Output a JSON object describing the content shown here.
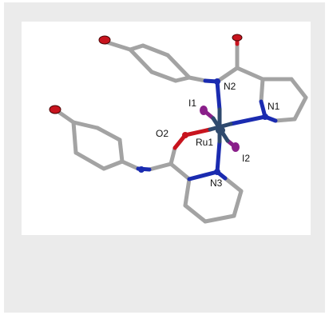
{
  "labels": {
    "n2": "N2",
    "i1": "I1",
    "n1": "N1",
    "o2": "O2",
    "ru1": "Ru1",
    "i2": "I2",
    "n3": "N3"
  },
  "colors": {
    "frame": "#ebebeb",
    "background": "#ffffff",
    "carbon": "#a3a3a3",
    "nitrogen": "#1a2bb0",
    "oxygen": "#c8141e",
    "iodine": "#8a1f8a",
    "ruthenium": "#2f4a6e"
  }
}
